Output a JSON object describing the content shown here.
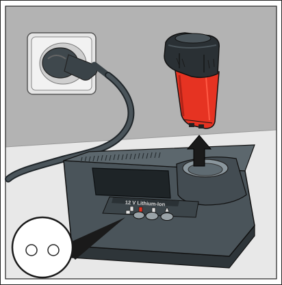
{
  "charger": {
    "label": "12 V Lithium-Ion"
  },
  "illustration": {
    "action": "remove-battery",
    "status_indicator": "two-leds-off",
    "colors": {
      "wall": "#b5b5b5",
      "floor": "#e6e6e6",
      "charger_body": "#4a545a",
      "battery_red": "#e63322",
      "cable": "#394247"
    }
  }
}
